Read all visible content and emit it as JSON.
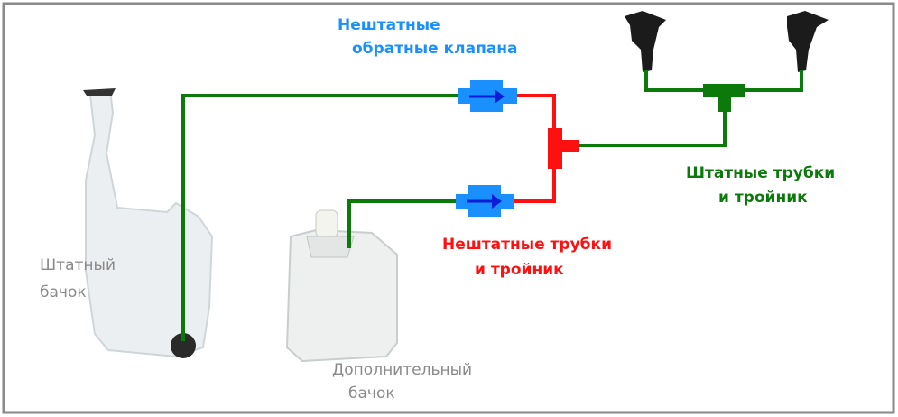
{
  "labels": {
    "check_valves": {
      "line1": "Нештатные",
      "line2": "обратные клапана"
    },
    "stock_tubes": {
      "line1": "Штатные трубки",
      "line2": "и тройник"
    },
    "extra_tubes": {
      "line1": "Нештатные трубки",
      "line2": "и тройник"
    },
    "stock_tank": {
      "line1": "Штатный",
      "line2": "бачок"
    },
    "extra_tank": {
      "line1": "Дополнительный",
      "line2": "бачок"
    }
  },
  "colors": {
    "stock": "#0b7a0b",
    "extra": "#ff1010",
    "valve": "#1a90ff",
    "arrow": "#0a1ed8",
    "frame": "#8a8a8a"
  }
}
